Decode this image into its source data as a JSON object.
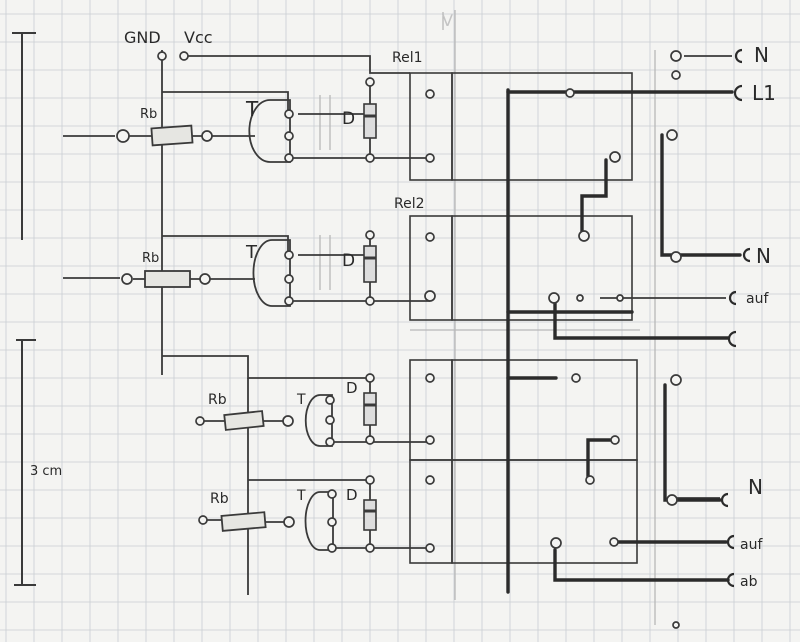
{
  "sheet": {
    "paper_color": "#f4f4f2",
    "grid_color": "#c9cdd2",
    "ink_color": "#3a3a3a",
    "heavy_ink_color": "#2b2b2b",
    "faint_ink_color": "#b8b8b8"
  },
  "labels": {
    "gnd": "GND",
    "vcc": "Vcc",
    "faint_top": "V",
    "relay1": "Rel1",
    "relay2": "Rel2",
    "transistor": "T",
    "diode": "D",
    "resistor": "Rb",
    "scale": "3 cm"
  },
  "terminals": {
    "n_top": "N",
    "l1": "L1",
    "n_mid": "N",
    "auf_mid": "auf",
    "n_bottom": "N",
    "auf_bottom": "auf",
    "ab": "ab"
  }
}
